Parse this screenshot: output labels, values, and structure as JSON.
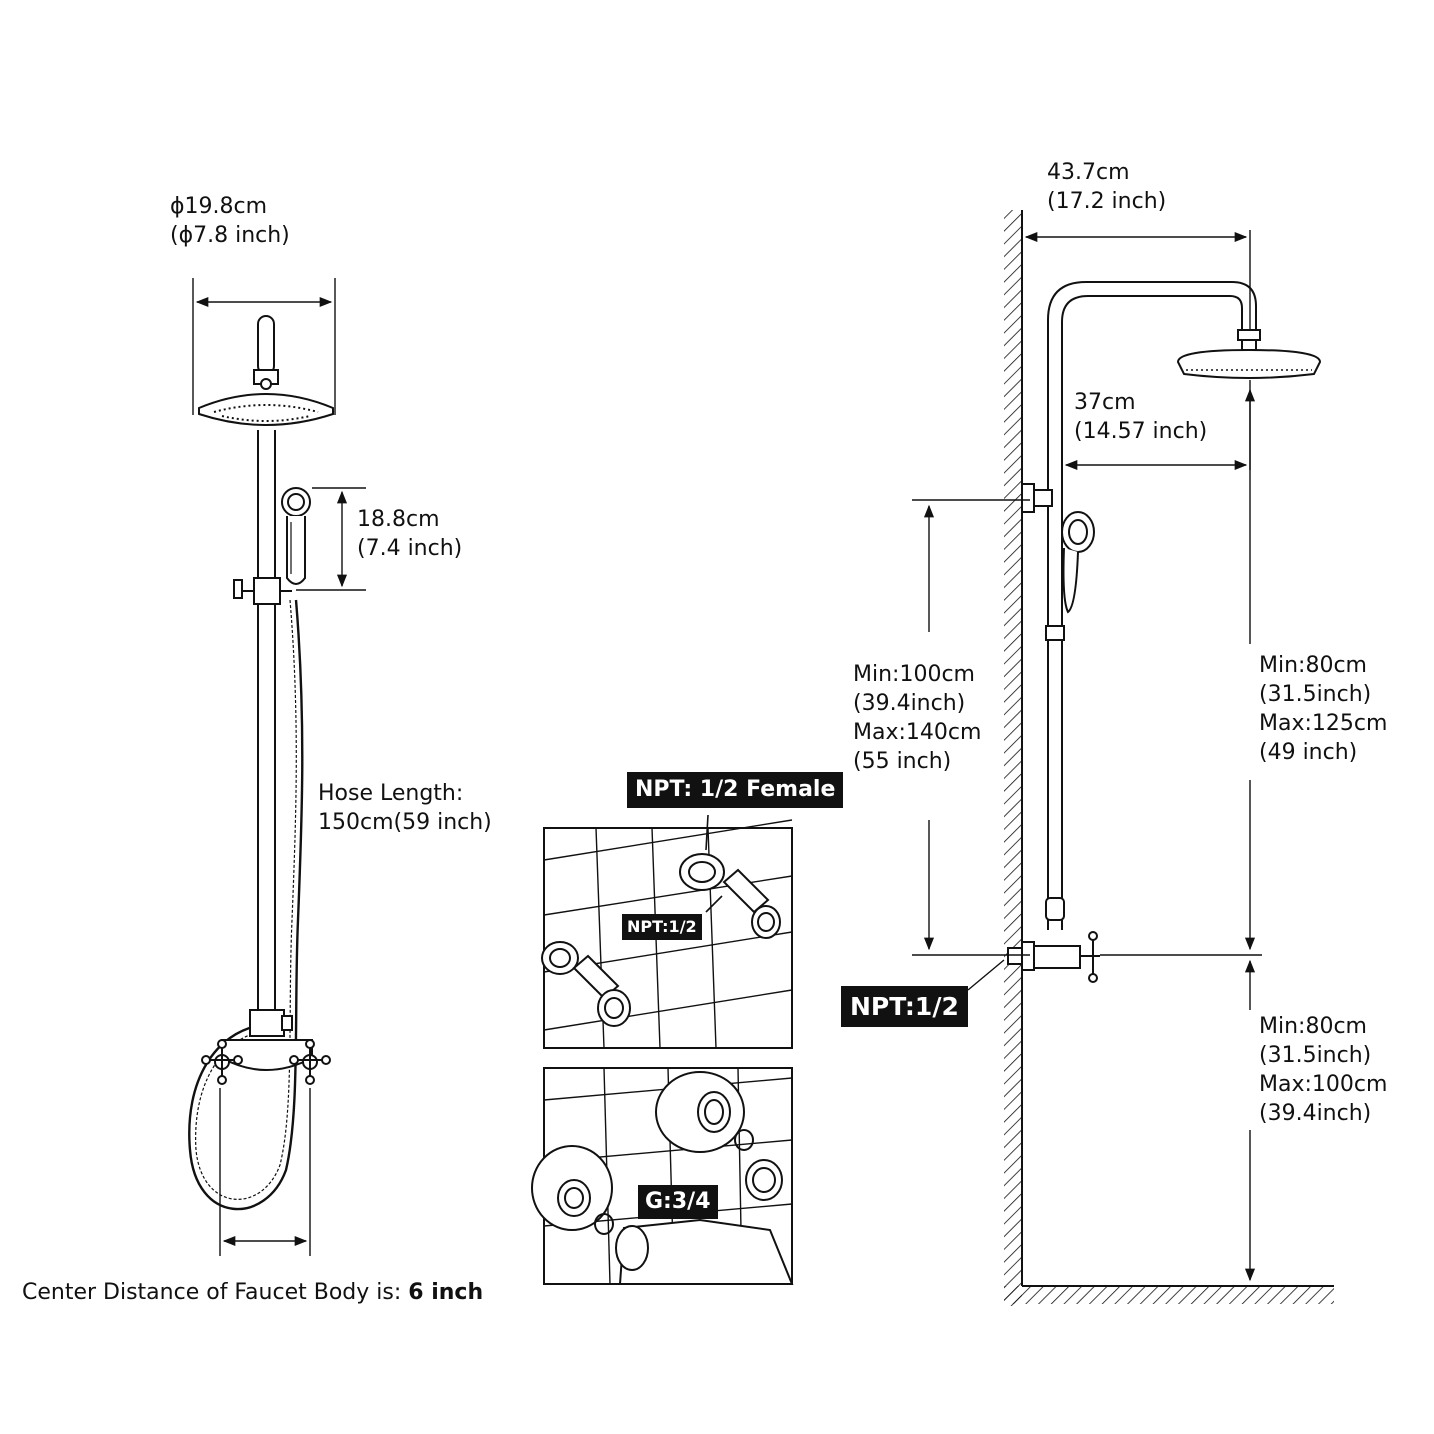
{
  "head_diameter": {
    "line1": "ϕ19.8cm",
    "line2": "(ϕ7.8 inch)"
  },
  "handshower_length": {
    "line1": "18.8cm",
    "line2": "(7.4 inch)"
  },
  "hose_length": {
    "line1": "Hose Length:",
    "line2": "150cm(59 inch)"
  },
  "center_distance": {
    "text": "Center Distance of Faucet Body is: ",
    "value": "6 inch"
  },
  "arm_reach": {
    "line1": "43.7cm",
    "line2": "(17.2 inch)"
  },
  "head_offset": {
    "line1": "37cm",
    "line2": "(14.57 inch)"
  },
  "bracket_height": {
    "line1": "Min:100cm",
    "line2": "(39.4inch)",
    "line3": "Max:140cm",
    "line4": "(55 inch)"
  },
  "riser_height": {
    "line1": "Min:80cm",
    "line2": "(31.5inch)",
    "line3": "Max:125cm",
    "line4": "(49 inch)"
  },
  "mount_height": {
    "line1": "Min:80cm",
    "line2": "(31.5inch)",
    "line3": "Max:100cm",
    "line4": "(39.4inch)"
  },
  "tags": {
    "npt_female": "NPT: 1/2 Female",
    "npt_small": "NPT:1/2",
    "npt_wall": "NPT:1/2",
    "g34": "G:3/4"
  }
}
